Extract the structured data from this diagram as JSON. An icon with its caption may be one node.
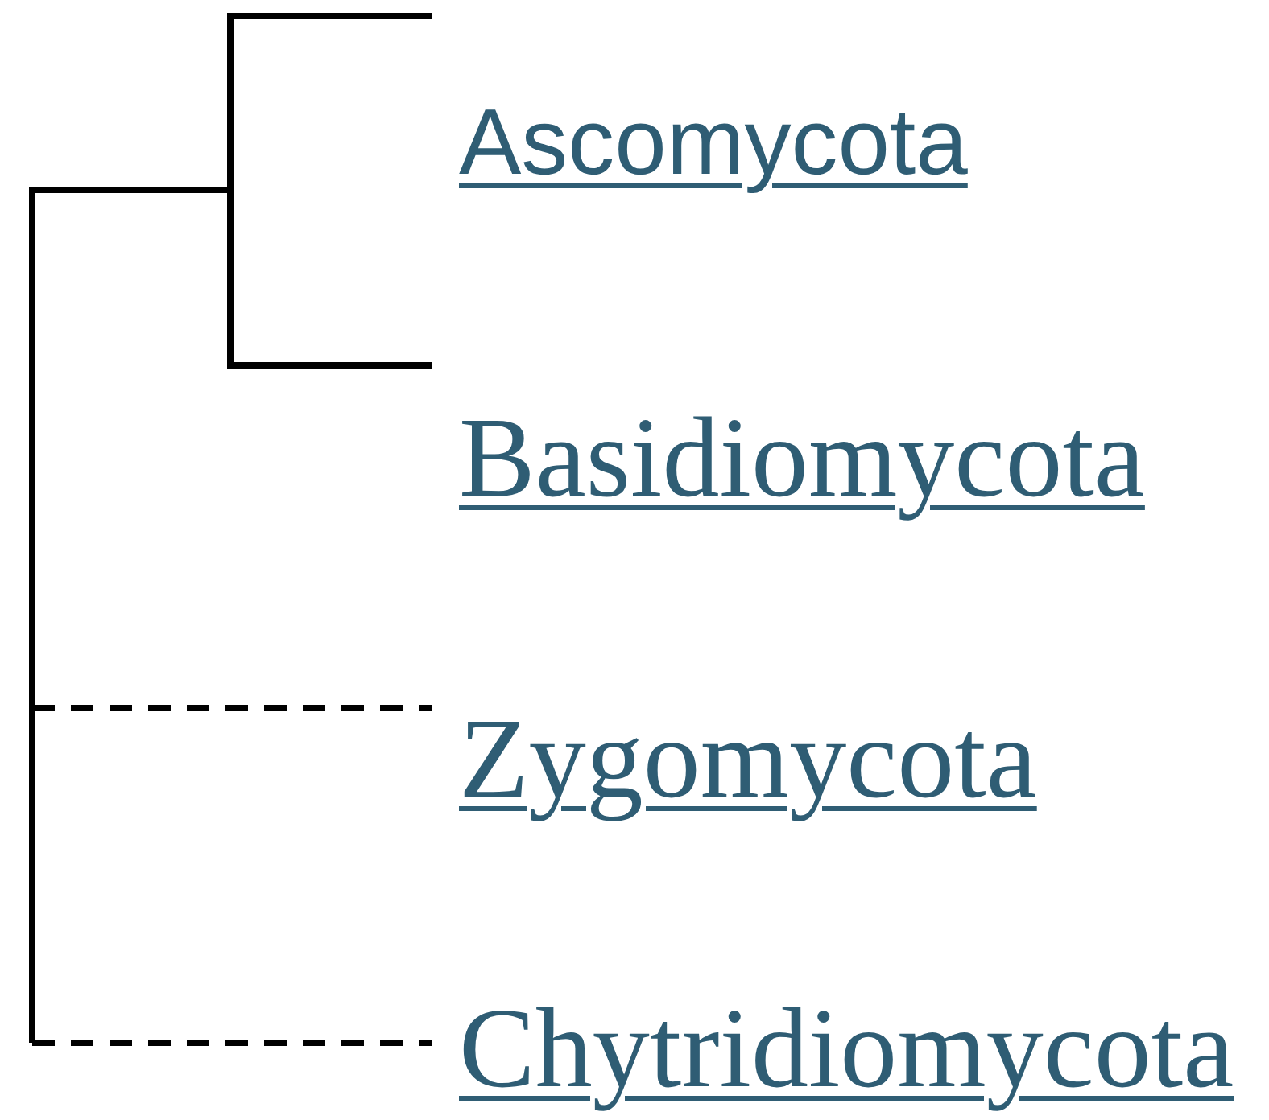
{
  "diagram": {
    "labels": [
      "Ascomycota",
      "Basidiomycota",
      "Zygomycota",
      "Chytridiomycota"
    ]
  }
}
